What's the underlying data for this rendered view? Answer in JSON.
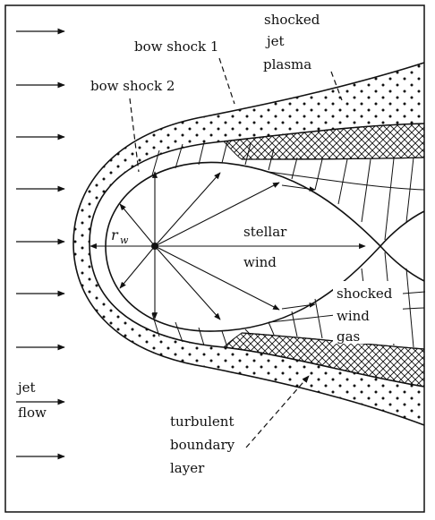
{
  "labels": {
    "shocked_jet_plasma": [
      "shocked",
      "jet",
      "plasma"
    ],
    "bow_shock_1": "bow shock 1",
    "bow_shock_2": "bow shock 2",
    "r": "r",
    "r_sub": "w",
    "stellar": "stellar",
    "wind": "wind",
    "shocked_wind_gas": [
      "shocked",
      "wind",
      "gas"
    ],
    "jet_flow": [
      "jet",
      "flow"
    ],
    "turbulent_boundary_layer": [
      "turbulent",
      "boundary",
      "layer"
    ]
  },
  "colors": {
    "ink": "#111111",
    "paper": "#ffffff"
  }
}
